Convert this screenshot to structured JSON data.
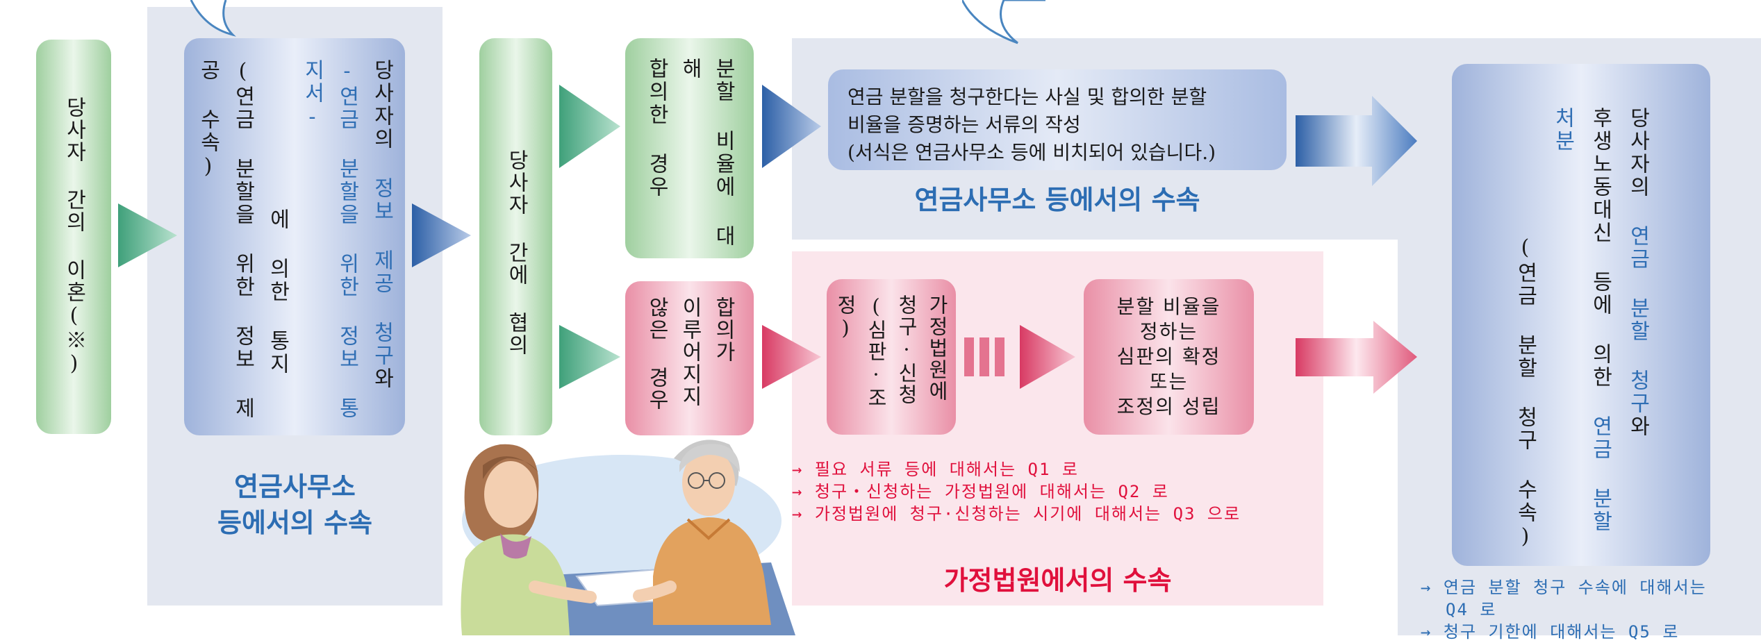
{
  "step1": {
    "text": "당사자 간의 이혼(※)"
  },
  "step2": {
    "line1_a": "당사자의 ",
    "line1_b": "정보 제공 청구",
    "line1_c": "와",
    "line2": "-연금 분할을 위한 정보 통지서-",
    "line3": "에 의한 통지",
    "line4": "(연금 분할을 위한 정보 제공 수속)"
  },
  "caption_left": {
    "line1": "연금사무소",
    "line2": "등에서의 수속"
  },
  "step3": {
    "text": "당사자 간에 협의"
  },
  "branch_agreed": {
    "line1": "분할 비율에 대해",
    "line2": "합의한 경우"
  },
  "branch_not_agreed": {
    "line1": "합의가",
    "line2": "이루어지지",
    "line3": "않은 경우"
  },
  "pension_office_box": {
    "line1": "연금 분할을 청구한다는 사실 및 합의한 분할",
    "line2": "비율을 증명하는 서류의 작성",
    "line3": "(서식은 연금사무소 등에 비치되어 있습니다.)"
  },
  "caption_pension_office": "연금사무소 등에서의 수속",
  "court_request_box": {
    "line1": "가정법원에",
    "line2": "청구·신청",
    "line3": "(심판·조정)"
  },
  "court_result_box": {
    "line1": "분할 비율을",
    "line2": "정하는",
    "line3": "심판의 확정",
    "line4": "또는",
    "line5": "조정의 성립"
  },
  "court_notes": [
    "→ 필요 서류 등에 대해서는 Q1 로",
    "→ 청구・신청하는 가정법원에 대해서는 Q2 로",
    "→ 가정법원에 청구·신청하는 시기에 대해서는 Q3 으로"
  ],
  "caption_court": "가정법원에서의 수속",
  "final_box": {
    "col1": "당사자의 연금 분할 청구와",
    "col1_plain_a": "당사자의 ",
    "col1_hl_a": "연금 분할 청구",
    "col1_plain_b": "와",
    "col2_plain_a": "후생노동대신 등에 의한 ",
    "col2_hl_a": "연금 분할 처분",
    "col3": "(연금 분할 청구 수속)"
  },
  "final_notes": [
    "→ 연금 분할 청구 수속에 대해서는",
    "Q4 로",
    "→ 청구 기한에 대해서는 Q5 로"
  ],
  "colors": {
    "accent_blue": "#2c6db3",
    "accent_red": "#e0103c",
    "panel_gray": "#e3e7f0",
    "panel_pink": "#fbe6ec"
  }
}
